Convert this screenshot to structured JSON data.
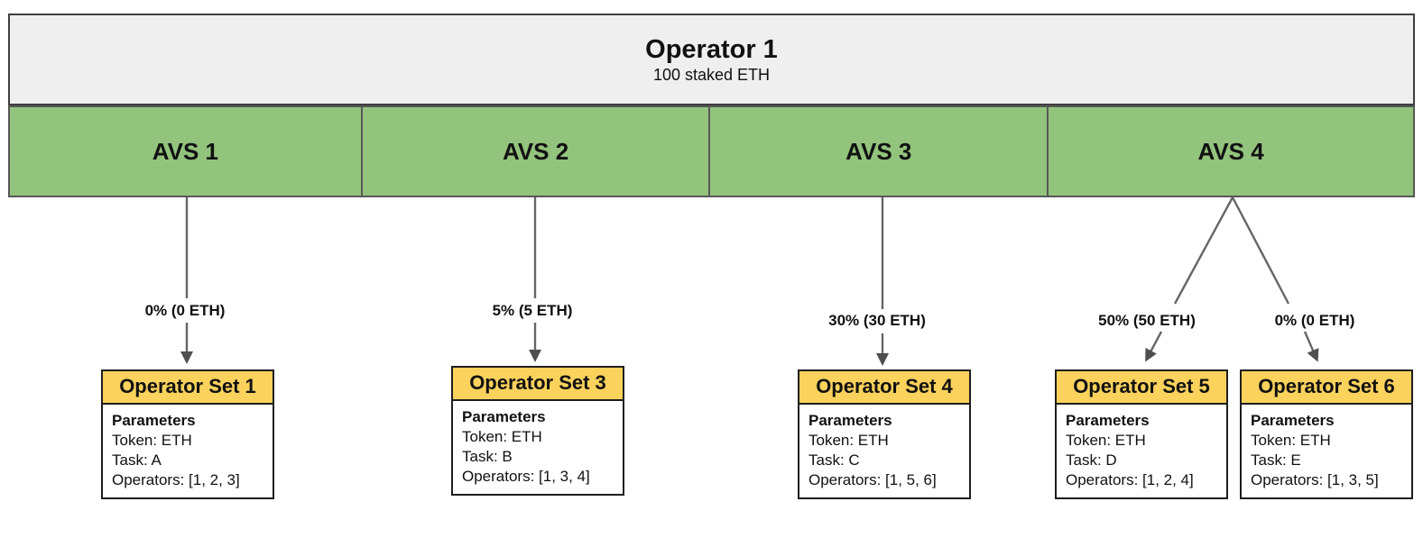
{
  "colors": {
    "operator_fill": "#efefef",
    "avs_fill": "#93c47d",
    "set_header_fill": "#fbd25c",
    "line": "#666666",
    "arrowhead": "#4f4f4f"
  },
  "operator": {
    "title": "Operator 1",
    "subtitle": "100 staked ETH"
  },
  "avs": [
    {
      "label": "AVS 1"
    },
    {
      "label": "AVS 2"
    },
    {
      "label": "AVS 3"
    },
    {
      "label": "AVS 4"
    }
  ],
  "allocations": [
    {
      "label": "0% (0 ETH)"
    },
    {
      "label": "5% (5 ETH)"
    },
    {
      "label": "30% (30 ETH)"
    },
    {
      "label": "50% (50 ETH)"
    },
    {
      "label": "0% (0 ETH)"
    }
  ],
  "operator_sets": [
    {
      "title": "Operator Set 1",
      "params_heading": "Parameters",
      "token": "Token: ETH",
      "task": "Task: A",
      "operators": "Operators: [1, 2, 3]"
    },
    {
      "title": "Operator Set 3",
      "params_heading": "Parameters",
      "token": "Token: ETH",
      "task": "Task: B",
      "operators": "Operators: [1, 3, 4]"
    },
    {
      "title": "Operator Set 4",
      "params_heading": "Parameters",
      "token": "Token: ETH",
      "task": "Task: C",
      "operators": "Operators: [1, 5, 6]"
    },
    {
      "title": "Operator Set 5",
      "params_heading": "Parameters",
      "token": "Token: ETH",
      "task": "Task: D",
      "operators": "Operators: [1, 2, 4]"
    },
    {
      "title": "Operator Set 6",
      "params_heading": "Parameters",
      "token": "Token: ETH",
      "task": "Task: E",
      "operators": "Operators: [1, 3, 5]"
    }
  ]
}
